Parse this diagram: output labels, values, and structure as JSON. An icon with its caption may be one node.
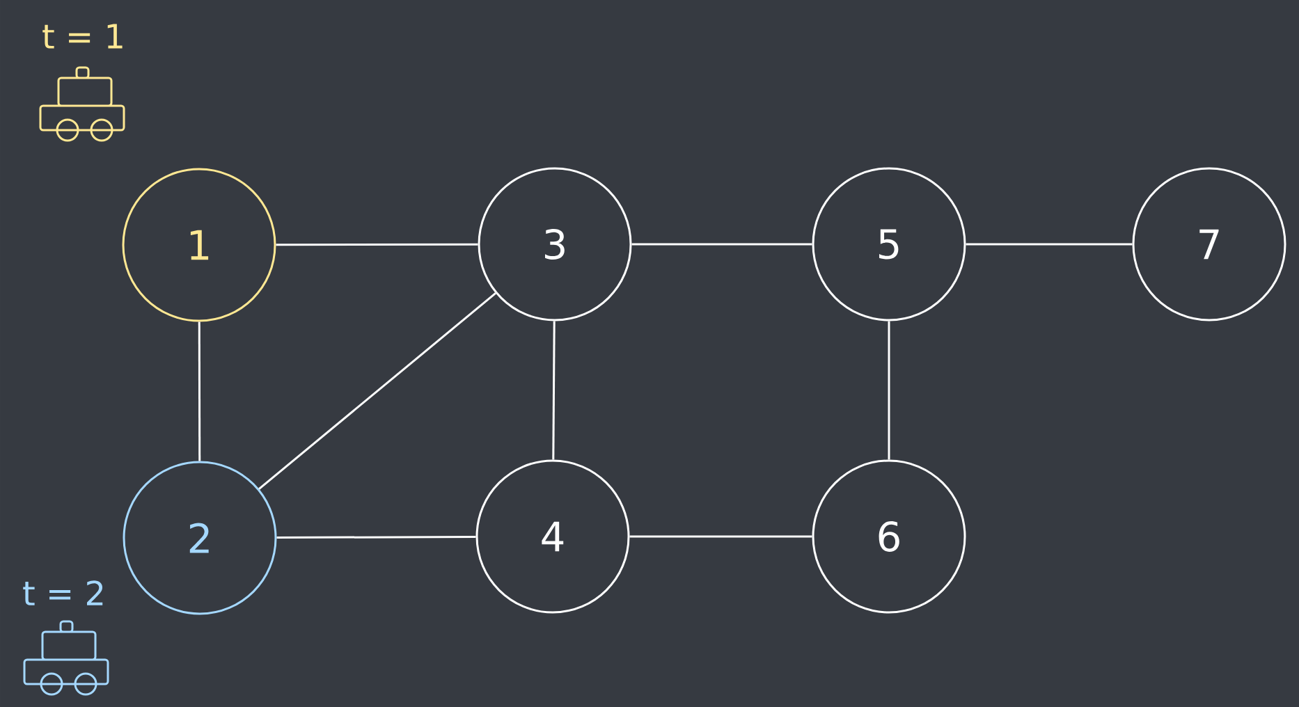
{
  "diagram": {
    "nodes": [
      {
        "text": [
          "1"
        ]
      },
      {
        "text": [
          "3"
        ]
      },
      {
        "text": [
          "5"
        ]
      },
      {
        "text": [
          "7"
        ]
      },
      {
        "text": [
          "2"
        ]
      },
      {
        "text": [
          "4"
        ]
      },
      {
        "text": [
          "6"
        ]
      }
    ],
    "edges": [
      {
        "from": 0,
        "to": 1,
        "arrow": "none"
      },
      {
        "from": 0,
        "to": 4,
        "arrow": "none"
      },
      {
        "from": 1,
        "to": 2,
        "arrow": "none"
      },
      {
        "from": 2,
        "to": 3,
        "arrow": "none"
      },
      {
        "from": 1,
        "to": 4,
        "arrow": "none"
      },
      {
        "from": 1,
        "to": 5,
        "arrow": "none"
      },
      {
        "from": 2,
        "to": 6,
        "arrow": "none"
      },
      {
        "from": 4,
        "to": 5,
        "arrow": "none"
      },
      {
        "from": 5,
        "to": 6,
        "arrow": "none"
      }
    ],
    "labels": [
      "t = 1",
      "t = 2"
    ]
  }
}
